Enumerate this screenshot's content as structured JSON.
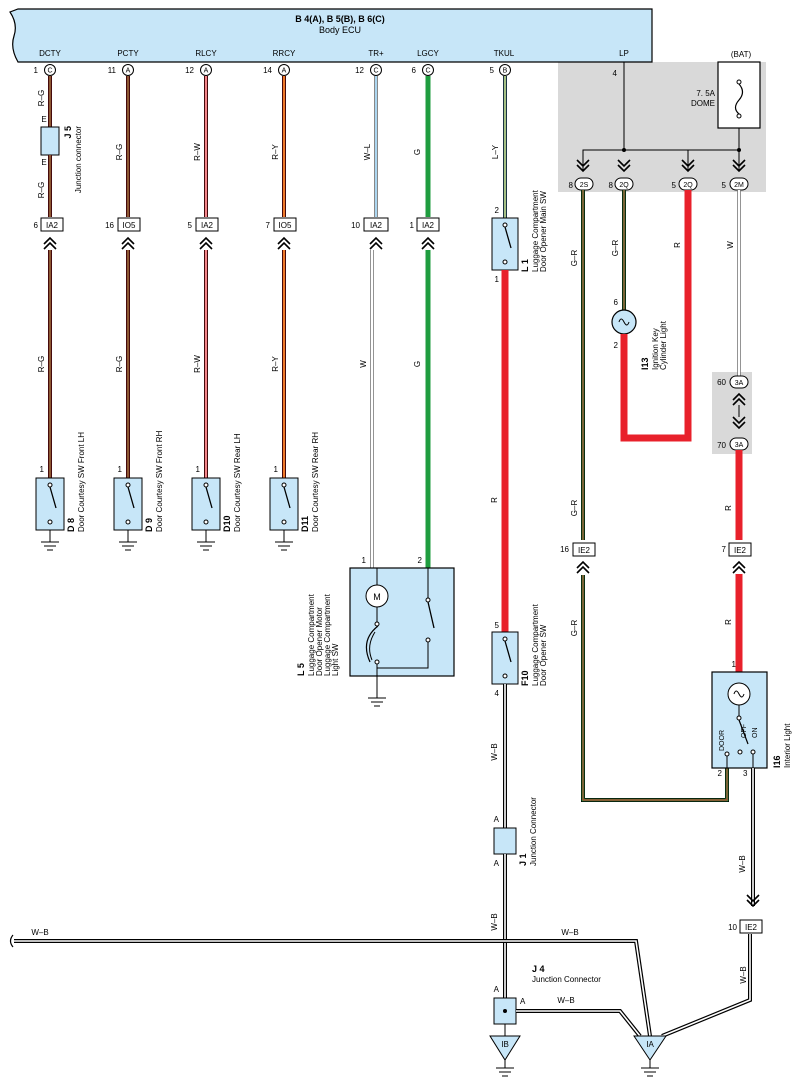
{
  "ecu": {
    "connectors": "B 4(A), B 5(B), B 6(C)",
    "name": "Body ECU",
    "terminals": [
      {
        "name": "DCTY",
        "pin": "1",
        "conn": "C"
      },
      {
        "name": "PCTY",
        "pin": "11",
        "conn": "A"
      },
      {
        "name": "RLCY",
        "pin": "12",
        "conn": "A"
      },
      {
        "name": "RRCY",
        "pin": "14",
        "conn": "A"
      },
      {
        "name": "TR+",
        "pin": "12",
        "conn": "C"
      },
      {
        "name": "LGCY",
        "pin": "6",
        "conn": "C"
      },
      {
        "name": "TKUL",
        "pin": "5",
        "conn": "B"
      },
      {
        "name": "LP",
        "pin": "4",
        "conn": ""
      }
    ]
  },
  "bat": {
    "label": "(BAT)",
    "fuse_rating": "7. 5A",
    "fuse_name": "DOME"
  },
  "wire_labels": {
    "rg": "R–G",
    "rw": "R–W",
    "ry": "R–Y",
    "wl": "W–L",
    "w": "W",
    "g": "G",
    "ly": "L–Y",
    "r": "R",
    "wb": "W–B",
    "gr": "G–R",
    "e": "E",
    "a": "A"
  },
  "junctions": {
    "j5": {
      "code": "J 5",
      "name": "Junction connector"
    },
    "j1": {
      "code": "J 1",
      "name": "Junction Connector"
    },
    "j4": {
      "code": "J 4",
      "name": "Junction Connector"
    }
  },
  "connectors": [
    {
      "pin": "6",
      "code": "IA2"
    },
    {
      "pin": "16",
      "code": "IO5"
    },
    {
      "pin": "5",
      "code": "IA2"
    },
    {
      "pin": "7",
      "code": "IO5"
    },
    {
      "pin": "10",
      "code": "IA2"
    },
    {
      "pin": "1",
      "code": "IA2"
    },
    {
      "pin": "16",
      "code": "IE2"
    },
    {
      "pin": "7",
      "code": "IE2"
    },
    {
      "pin": "10",
      "code": "IE2"
    }
  ],
  "relay_block": {
    "pins": [
      {
        "pin": "8",
        "code": "2S"
      },
      {
        "pin": "8",
        "code": "2Q"
      },
      {
        "pin": "5",
        "code": "2Q"
      },
      {
        "pin": "5",
        "code": "2M"
      }
    ],
    "lp_pin": "4"
  },
  "inline_3a": {
    "top_pin": "60",
    "bottom_pin": "70",
    "code": "3A"
  },
  "components": {
    "d8": {
      "code": "D 8",
      "name": "Door Courtesy SW Front LH",
      "pin": "1"
    },
    "d9": {
      "code": "D 9",
      "name": "Door Courtesy SW Front RH",
      "pin": "1"
    },
    "d10": {
      "code": "D10",
      "name": "Door Courtesy SW Rear LH",
      "pin": "1"
    },
    "d11": {
      "code": "D11",
      "name": "Door Courtesy SW Rear RH",
      "pin": "1"
    },
    "l1": {
      "code": "L 1",
      "line1": "Luggage Compartment",
      "line2": "Door Opener Main SW",
      "pin_top": "2",
      "pin_bottom": "1"
    },
    "l5": {
      "code": "L 5",
      "line1": "Luggage Compartment",
      "line2": "Door Opener Motor",
      "line3": "Luggage Compartment",
      "line4": "Light SW",
      "pin1": "1",
      "pin2": "2",
      "motor": "M"
    },
    "f10": {
      "code": "F10",
      "line1": "Luggage Compartment",
      "line2": "Door Opener SW",
      "pin_top": "5",
      "pin_bottom": "4"
    },
    "i13": {
      "code": "I13",
      "line1": "Ignition Key",
      "line2": "Cylinder Light",
      "pin_top": "6",
      "pin_bottom": "2"
    },
    "i16": {
      "code": "I16",
      "name": "Interior Light",
      "pin1": "1",
      "pin2": "2",
      "pin3": "3",
      "door": "DOOR",
      "off": "OFF",
      "on": "ON"
    }
  },
  "grounds": {
    "ib": "IB",
    "ia": "IA"
  },
  "colors": {
    "red": "#e8212b",
    "green": "#1f9d3f",
    "yellow": "#f3d22a",
    "blue": "#5aaee0",
    "panel": "#c7e6f8",
    "shade": "#d9d9d9"
  }
}
